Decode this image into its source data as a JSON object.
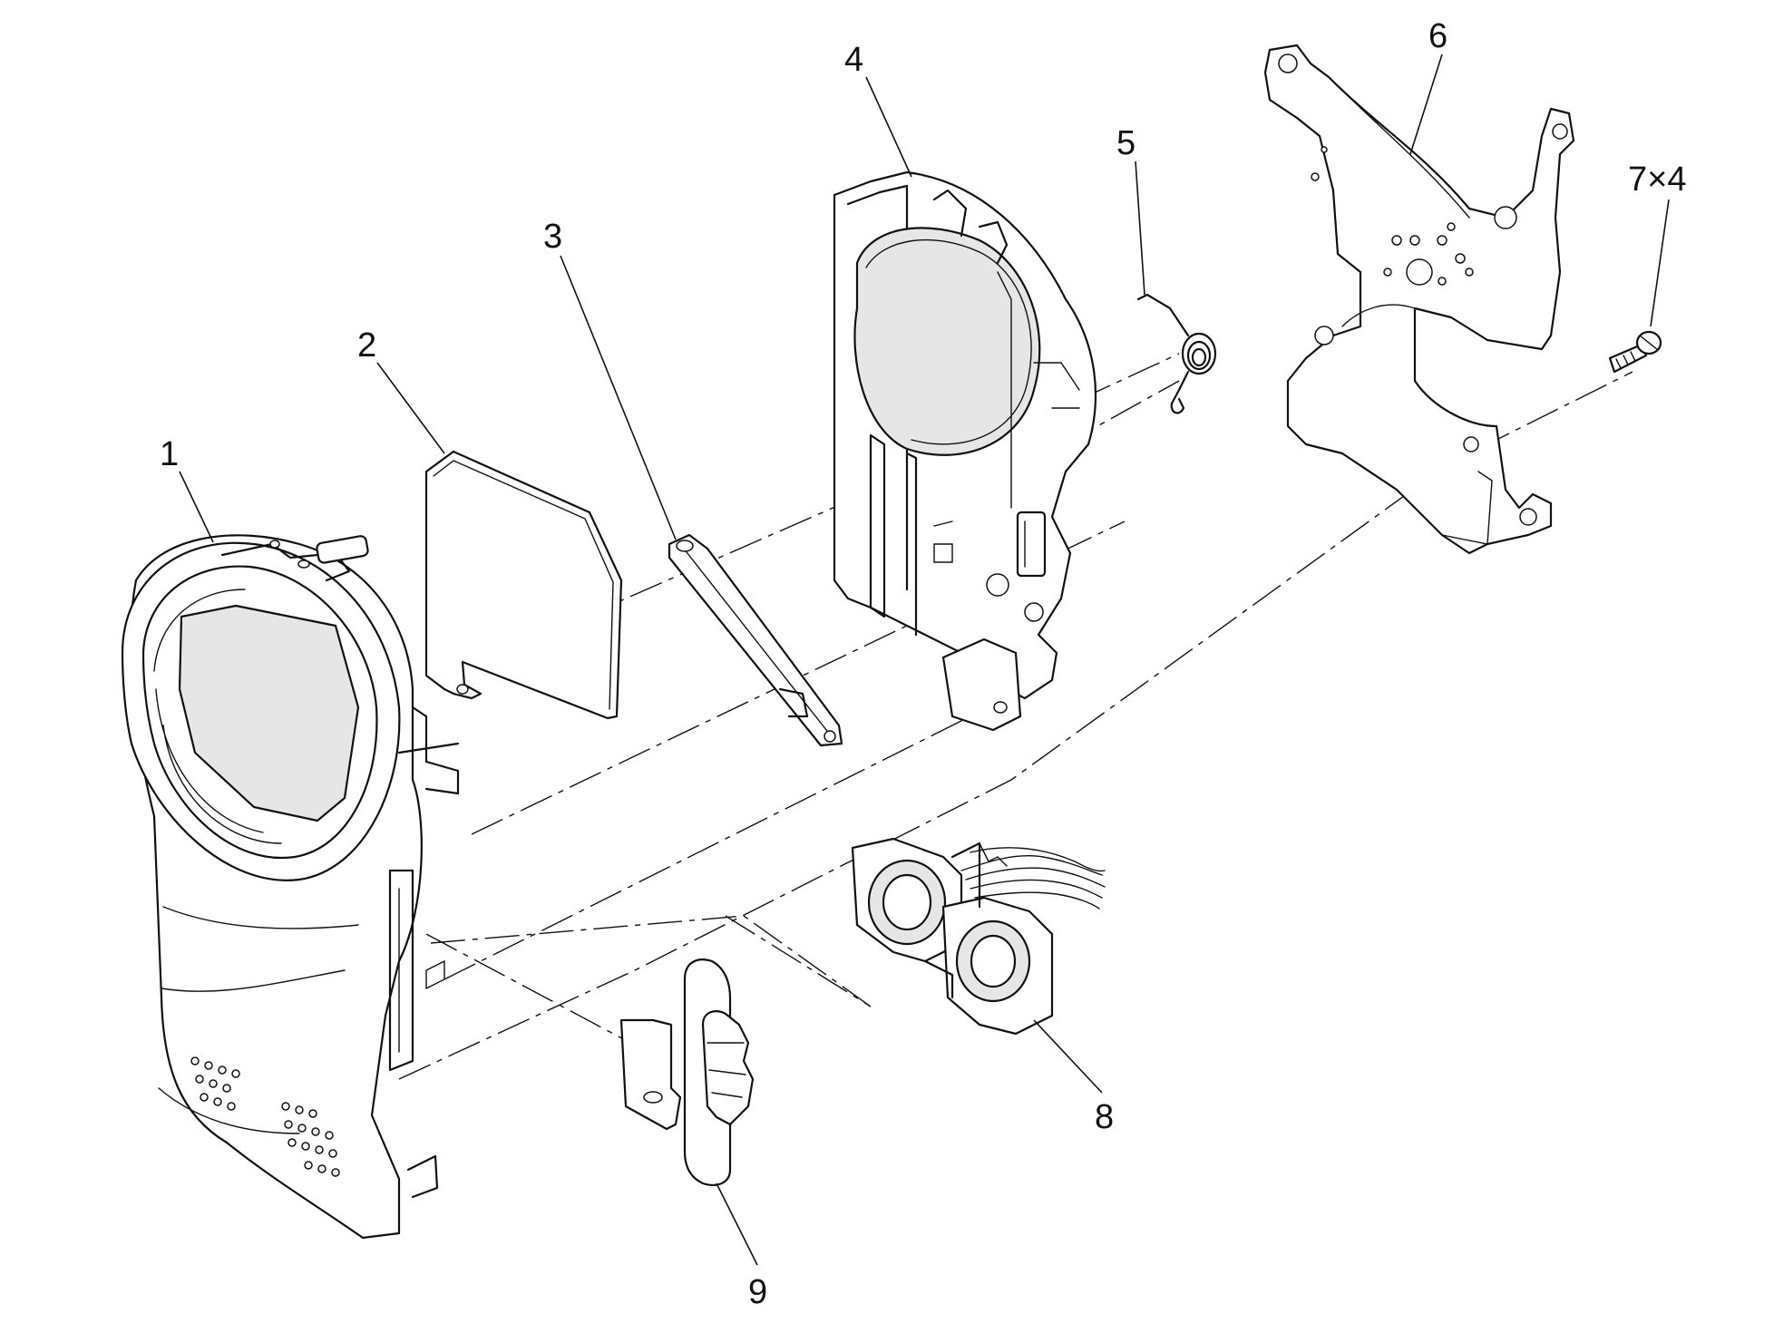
{
  "diagram": {
    "callouts": [
      {
        "id": "1",
        "label": "1"
      },
      {
        "id": "2",
        "label": "2"
      },
      {
        "id": "3",
        "label": "3"
      },
      {
        "id": "4",
        "label": "4"
      },
      {
        "id": "5",
        "label": "5"
      },
      {
        "id": "6",
        "label": "6"
      },
      {
        "id": "7",
        "label": "7×4"
      },
      {
        "id": "8",
        "label": "8"
      },
      {
        "id": "9",
        "label": "9"
      }
    ]
  }
}
